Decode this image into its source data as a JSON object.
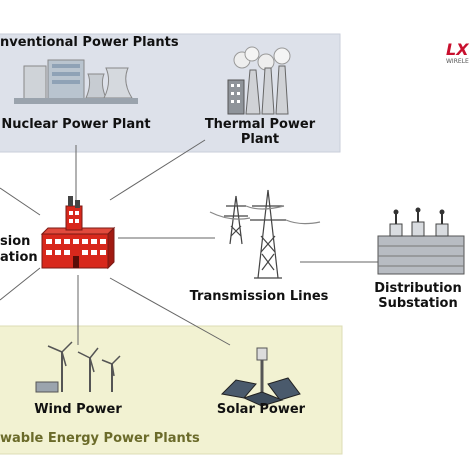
{
  "groups": {
    "conventional": {
      "title": "nventional Power Plants"
    },
    "renewable": {
      "title": "wable Energy Power Plants"
    }
  },
  "nodes": {
    "nuclear": "Nuclear Power Plant",
    "thermal_line1": "Thermal Power",
    "thermal_line2": "Plant",
    "substation_line1": "sion",
    "substation_line2": "ation",
    "transmission": "Transmission Lines",
    "distribution_line1": "Distribution",
    "distribution_line2": "Substation",
    "wind": "Wind Power",
    "solar": "Solar Power"
  },
  "logo": {
    "mark": "LX",
    "sub": "WIRELE"
  },
  "colors": {
    "conventional_panel": "#dde1ea",
    "renewable_panel": "#f2f2d2",
    "building_red": "#d8281c",
    "logo_red": "#c8102e"
  }
}
